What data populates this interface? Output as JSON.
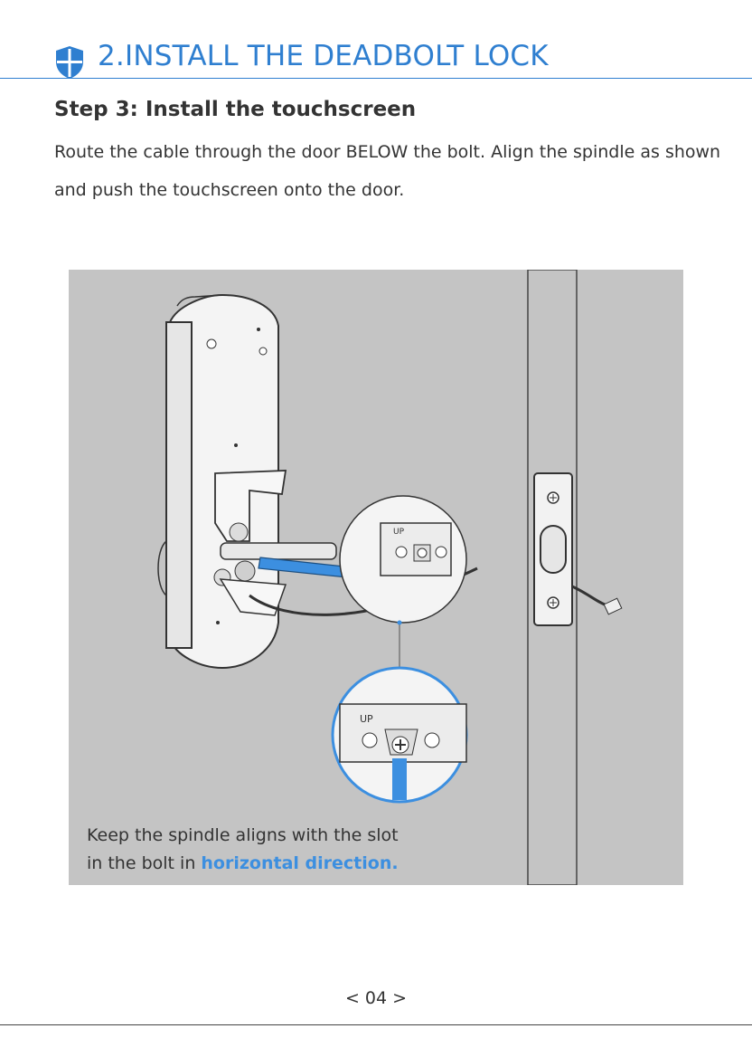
{
  "header": {
    "title": "2.INSTALL THE DEADBOLT LOCK",
    "icon": "shield-icon",
    "accent_color": "#2f7fd0"
  },
  "step": {
    "title": "Step 3: Install the touchscreen",
    "body": "Route the cable through the door BELOW the bolt. Align the spindle as shown and push the touchscreen onto the door."
  },
  "figure": {
    "up_label": "UP",
    "zoom_up_label": "UP",
    "caption_line1": "Keep the spindle aligns with the slot",
    "caption_line2_prefix": "in the bolt in ",
    "caption_highlight": "horizontal direction.",
    "highlight_color": "#3c8fe0"
  },
  "footer": {
    "page_number": "< 04 >"
  }
}
